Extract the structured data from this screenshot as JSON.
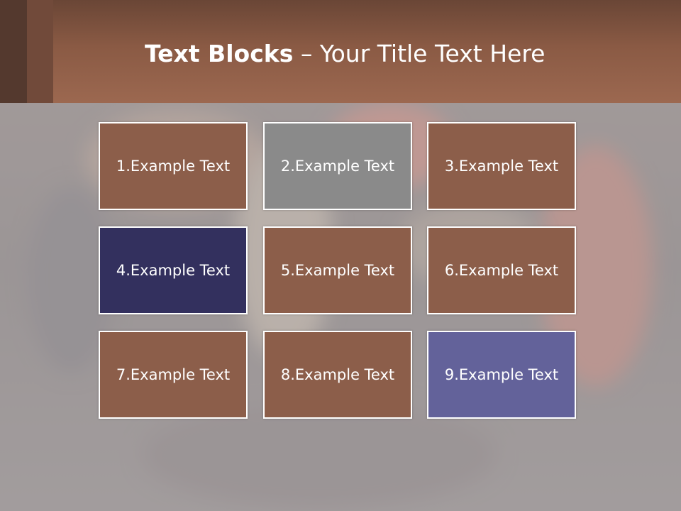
{
  "title": {
    "bold": "Text Blocks",
    "dash": " – ",
    "rest": "Your Title Text Here"
  },
  "blocks": [
    {
      "label": "1.Example Text",
      "color": "#8c5e4a"
    },
    {
      "label": "2.Example Text",
      "color": "#8a8a8a"
    },
    {
      "label": "3.Example Text",
      "color": "#8c5e4a"
    },
    {
      "label": "4.Example Text",
      "color": "#33305e"
    },
    {
      "label": "5.Example Text",
      "color": "#8c5e4a"
    },
    {
      "label": "6.Example Text",
      "color": "#8c5e4a"
    },
    {
      "label": "7.Example Text",
      "color": "#8c5e4a"
    },
    {
      "label": "8.Example Text",
      "color": "#8c5e4a"
    },
    {
      "label": "9.Example Text",
      "color": "#63629a"
    }
  ],
  "colors": {
    "header": "#8a5a44",
    "accent_dark": "#54392e"
  }
}
